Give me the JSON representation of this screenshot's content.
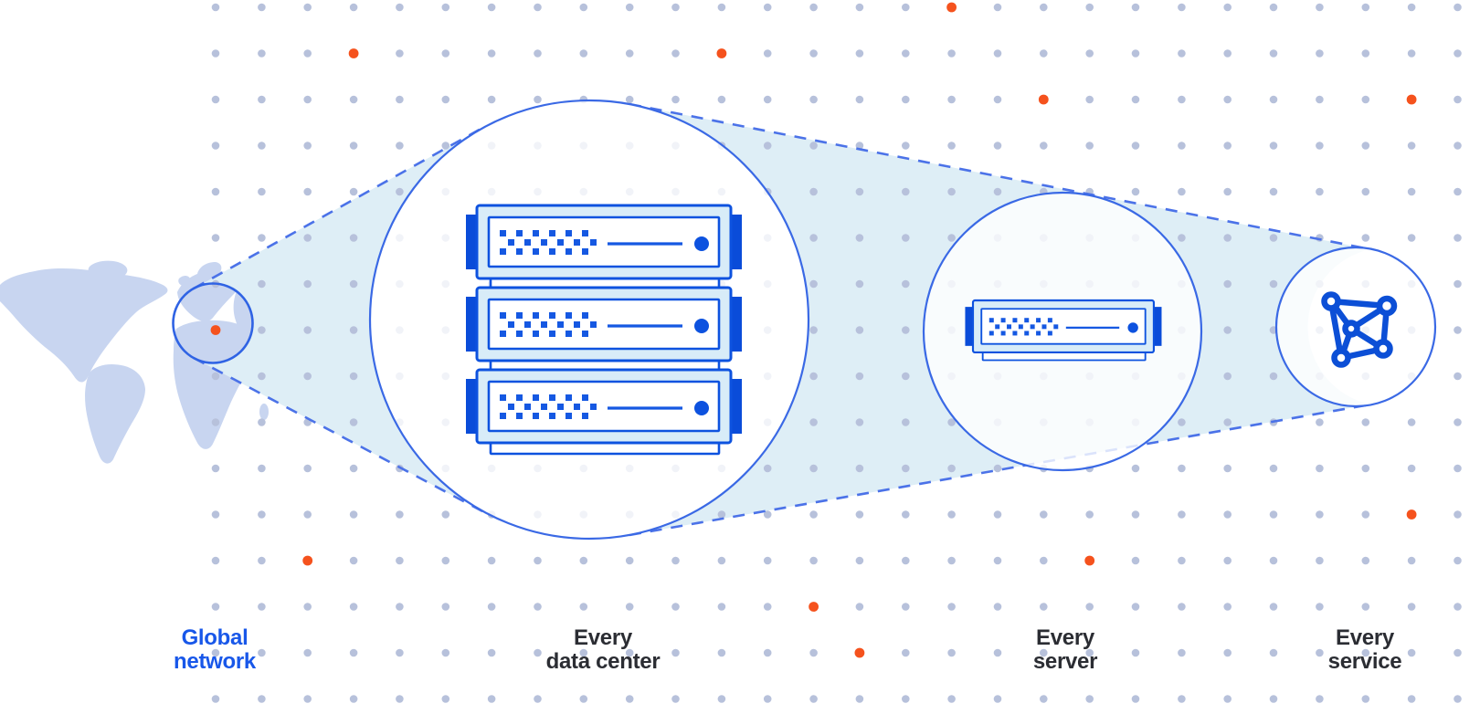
{
  "diagram": {
    "type": "network-zoom-progression-illustration",
    "stages": [
      {
        "label_line1": "Global",
        "label_line2": "network",
        "emphasized": true,
        "icon": "world-map-with-location-dot"
      },
      {
        "label_line1": "Every",
        "label_line2": "data center",
        "emphasized": false,
        "icon": "server-rack-stack"
      },
      {
        "label_line1": "Every",
        "label_line2": "server",
        "emphasized": false,
        "icon": "single-server"
      },
      {
        "label_line1": "Every",
        "label_line2": "service",
        "emphasized": false,
        "icon": "network-graph"
      }
    ],
    "colors": {
      "accent_text_blue": "#1857e9",
      "label_text": "#2b2d33",
      "illustration_blue": "#0d52df",
      "deep_blue": "#0a4cd9",
      "circle_stroke": "#3a69e5",
      "dashed_line": "#4b72e8",
      "beam_fill": "#deeef6",
      "server_fill": "#d8ecf8",
      "map_fill": "#c8d5f0",
      "grid_dot": "#b7c1db",
      "accent_dot_orange": "#f5521d"
    }
  }
}
